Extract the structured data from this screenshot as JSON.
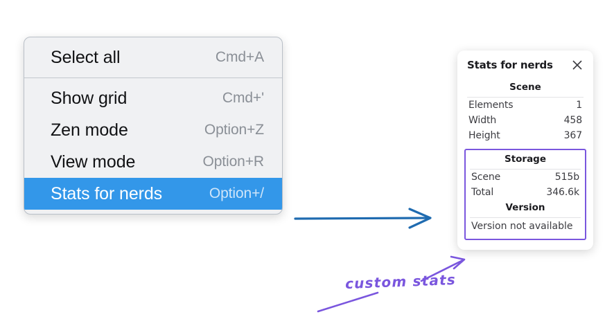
{
  "context_menu": {
    "groups": [
      {
        "items": [
          {
            "label": "Select all",
            "shortcut": "Cmd+A",
            "selected": false
          }
        ]
      },
      {
        "items": [
          {
            "label": "Show grid",
            "shortcut": "Cmd+'",
            "selected": false
          },
          {
            "label": "Zen mode",
            "shortcut": "Option+Z",
            "selected": false
          },
          {
            "label": "View mode",
            "shortcut": "Option+R",
            "selected": false
          },
          {
            "label": "Stats for nerds",
            "shortcut": "Option+/",
            "selected": true
          }
        ]
      }
    ],
    "highlight_color": "#3397e9"
  },
  "stats_panel": {
    "title": "Stats for nerds",
    "close_icon": "close-icon",
    "scene": {
      "heading": "Scene",
      "rows": [
        {
          "key": "Elements",
          "value": "1"
        },
        {
          "key": "Width",
          "value": "458"
        },
        {
          "key": "Height",
          "value": "367"
        }
      ]
    },
    "storage": {
      "heading": "Storage",
      "rows": [
        {
          "key": "Scene",
          "value": "515b"
        },
        {
          "key": "Total",
          "value": "346.6k"
        }
      ]
    },
    "version": {
      "heading": "Version",
      "text": "Version not available"
    },
    "highlight_border_color": "#7a56de"
  },
  "annotations": {
    "handwritten_label": "custom stats",
    "blue_arrow_color": "#1f6bb0",
    "purple_arrow_color": "#7a56de"
  }
}
